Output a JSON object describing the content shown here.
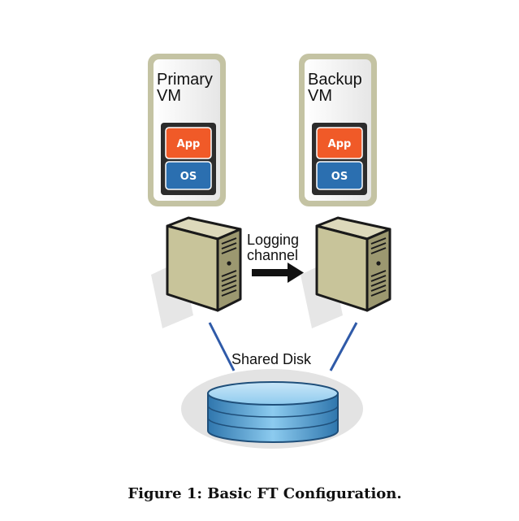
{
  "primary_vm": {
    "line1": "Primary",
    "line2": "VM"
  },
  "backup_vm": {
    "line1": "Backup",
    "line2": "VM"
  },
  "chips": {
    "app": "App",
    "os": "OS"
  },
  "logging": {
    "line1": "Logging",
    "line2": "channel"
  },
  "shared_disk": "Shared Disk",
  "caption": "Figure 1: Basic FT Configuration.",
  "colors": {
    "vm_frame": "#c4c3a3",
    "vm_panel": "#f4f4f4",
    "app_chip": "#f05a28",
    "os_chip": "#2b6fb0",
    "server_body": "#c8c49a",
    "server_side": "#9c9870",
    "link_line": "#2f5aa8",
    "disk": "#6bb0de"
  }
}
